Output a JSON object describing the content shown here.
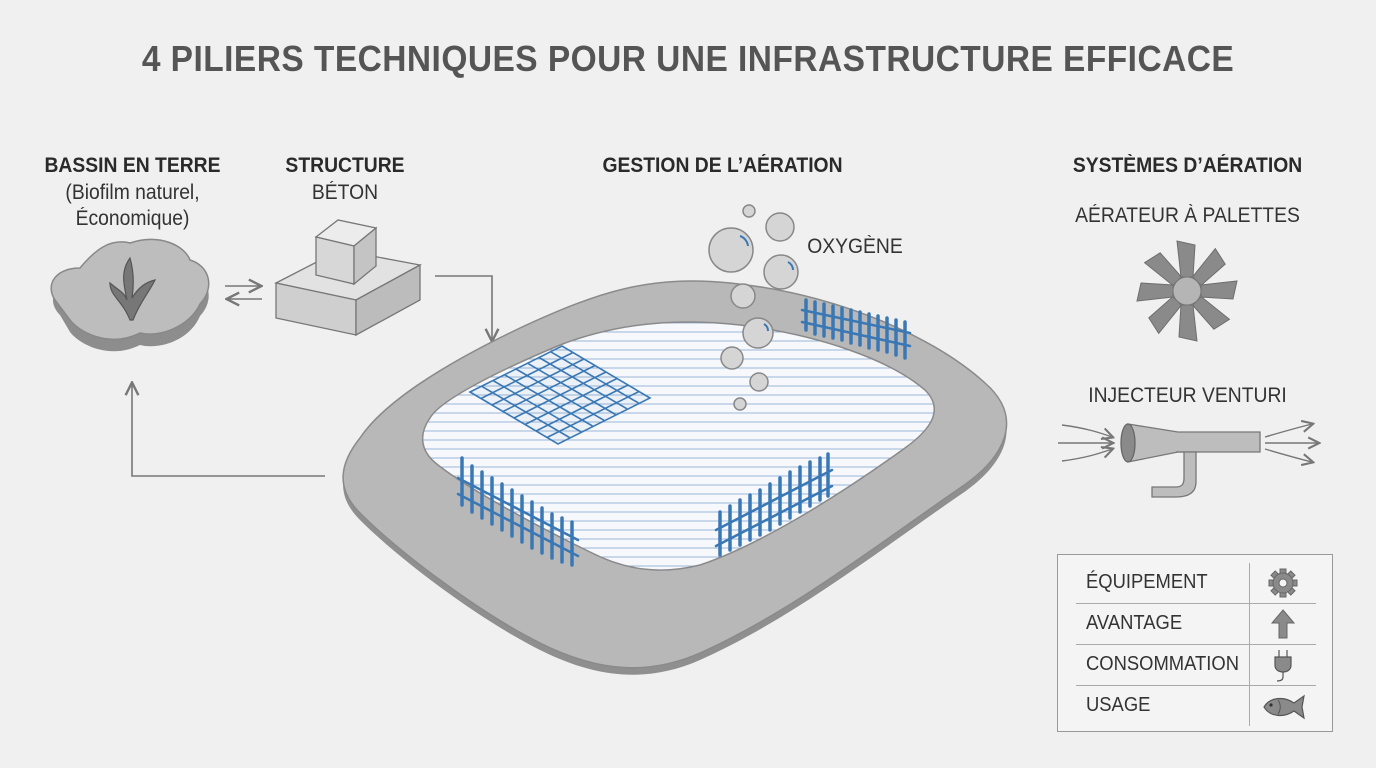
{
  "title": "4 PILIERS TECHNIQUES POUR UNE INFRASTRUCTURE EFFICACE",
  "bassin": {
    "title": "BASSIN EN TERRE",
    "line1": "(Biofilm naturel,",
    "line2": "Économique)"
  },
  "structure": {
    "line1": "STRUCTURE",
    "line2": "BÉTON"
  },
  "gestion": {
    "title": "GESTION DE L’AÉRATION"
  },
  "oxygen": {
    "label": "OXYGÈNE"
  },
  "systemes": {
    "title": "SYSTÈMES D’AÉRATION",
    "palettes": "AÉRATEUR À PALETTES",
    "venturi": "INJECTEUR VENTURI"
  },
  "legend": {
    "rows": [
      {
        "label": "ÉQUIPEMENT",
        "icon": "gear-icon"
      },
      {
        "label": "AVANTAGE",
        "icon": "up-arrow-icon"
      },
      {
        "label": "CONSOMMATION",
        "icon": "plug-icon"
      },
      {
        "label": "USAGE",
        "icon": "fish-icon"
      }
    ]
  },
  "colors": {
    "background": "#f0f0f0",
    "water_accent": "#3a78b5",
    "concrete": "#a8a8a8"
  }
}
